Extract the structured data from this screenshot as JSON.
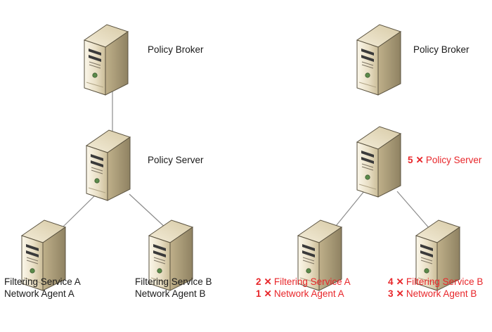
{
  "left": {
    "broker_label": "Policy Broker",
    "server_label": "Policy Server",
    "agent_a": {
      "line1": "Filtering Service A",
      "line2": "Network Agent A"
    },
    "agent_b": {
      "line1": "Filtering Service B",
      "line2": "Network Agent B"
    }
  },
  "right": {
    "broker_label": "Policy Broker",
    "server": {
      "order": "5",
      "label": "Policy Server"
    },
    "agent_a": {
      "line1": {
        "order": "2",
        "label": "Filtering Service A"
      },
      "line2": {
        "order": "1",
        "label": "Network Agent A"
      }
    },
    "agent_b": {
      "line1": {
        "order": "4",
        "label": "Filtering Service B"
      },
      "line2": {
        "order": "3",
        "label": "Network Agent B"
      }
    }
  },
  "colors": {
    "accent": "#e8262a",
    "connector": "#8c8c8c",
    "server_body": "#e6dcc2"
  },
  "icons": {
    "node": "server-tower-icon",
    "removal": "x-mark-icon"
  }
}
